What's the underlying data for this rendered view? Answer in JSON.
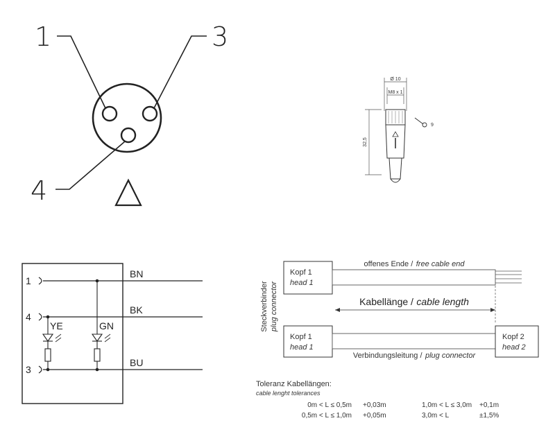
{
  "pinout": {
    "pin_labels": [
      "1",
      "3",
      "4"
    ],
    "coding_symbol": "triangle"
  },
  "dimension_drawing": {
    "diameter": "Ø 10",
    "thread": "M8 x 1",
    "length": "32,5",
    "wrench_size": "9"
  },
  "schematic": {
    "pins": [
      "1",
      "4",
      "3"
    ],
    "wires": [
      "BN",
      "BK",
      "BU"
    ],
    "leds": [
      "YE",
      "GN"
    ]
  },
  "cable_diagram": {
    "head1_de": "Kopf 1",
    "head1_en": "head 1",
    "head2_de": "Kopf 2",
    "head2_en": "head 2",
    "free_end_de": "offenes Ende /",
    "free_end_en": "free cable end",
    "cable_length_de": "Kabellänge /",
    "cable_length_en": "cable length",
    "connection_de": "Verbindungsleitung /",
    "connection_en": "plug connector",
    "side_de": "Steckverbinder",
    "side_en": "plug connector"
  },
  "tolerances": {
    "title_de": "Toleranz Kabellängen:",
    "title_en": "cable lenght tolerances",
    "rows": [
      {
        "range": "0m < L ≤ 0,5m",
        "tol": "+0,03m",
        "range2": "1,0m < L ≤ 3,0m",
        "tol2": "+0,1m"
      },
      {
        "range": "0,5m < L ≤ 1,0m",
        "tol": "+0,05m",
        "range2": "3,0m < L",
        "tol2": "±1,5%"
      }
    ]
  }
}
